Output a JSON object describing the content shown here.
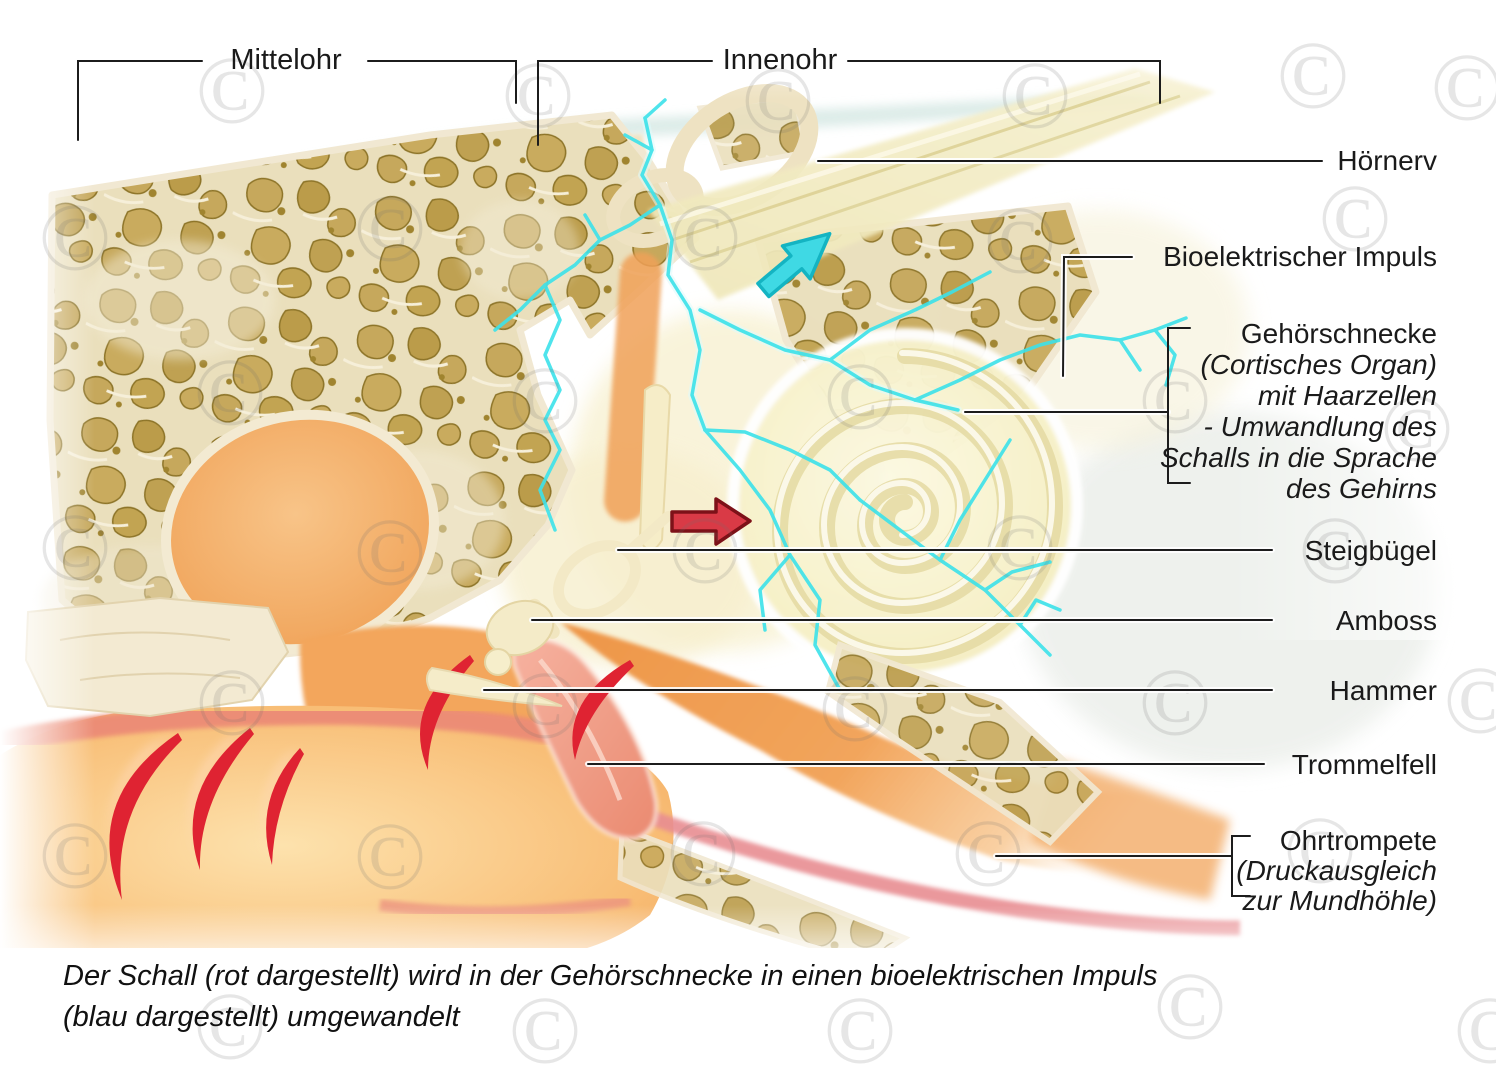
{
  "header": {
    "mittelohr": "Mittelohr",
    "innenohr": "Innenohr"
  },
  "labels": {
    "hoernerv": "Hörnerv",
    "bioelektrischer_impuls": "Bioelektrischer Impuls",
    "gehoerschnecke": {
      "title": "Gehörschnecke",
      "line2": "(Cortisches Organ)",
      "line3": "mit Haarzellen",
      "line4": "- Umwandlung des",
      "line5": "Schalls in die Sprache",
      "line6": "des Gehirns"
    },
    "steigbuegel": "Steigbügel",
    "amboss": "Amboss",
    "hammer": "Hammer",
    "trommelfell": "Trommelfell",
    "ohrtrompete": {
      "title": "Ohrtrompete",
      "line2": "(Druckausgleich",
      "line3": "zur Mundhöhle)"
    }
  },
  "caption": {
    "line1": "Der Schall (rot dargestellt) wird in der Gehörschnecke in einen bioelektrischen Impuls",
    "line2": "(blau dargestellt) umgewandelt"
  },
  "watermark": {
    "symbol": "©"
  },
  "colors": {
    "sound_red": "#d93a46",
    "impulse_cyan": "#3fd9e4",
    "nerve_cyan": "#3ce2ea",
    "sound_wave_red": "#df2332",
    "bone_tan": "#c6a85c",
    "tissue_orange": "#f2a55c",
    "membrane_pink": "#ec8b76",
    "label_text": "#1a1a1a"
  }
}
